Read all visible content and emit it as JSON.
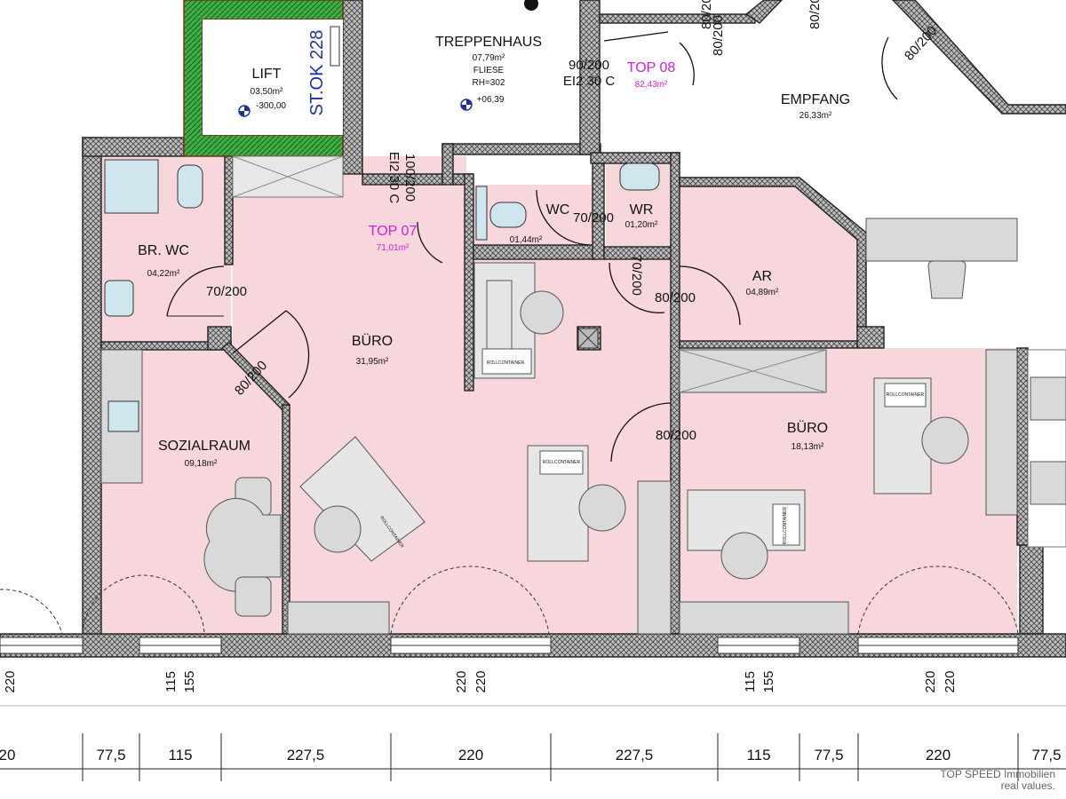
{
  "rooms": [
    {
      "name": "LIFT",
      "area": "03,50m²",
      "elevation": "-300,00"
    },
    {
      "name": "TREPPENHAUS",
      "area": "07,79m²",
      "floor": "FLIESE",
      "ceiling": "RH=302",
      "elevation": "+06,39"
    },
    {
      "name": "EMPFANG",
      "area": "26,33m²"
    },
    {
      "name": "BR. WC",
      "area": "04,22m²"
    },
    {
      "name": "WC",
      "area": "01,44m²"
    },
    {
      "name": "WR",
      "area": "01,20m²"
    },
    {
      "name": "AR",
      "area": "04,89m²"
    },
    {
      "name": "BÜRO",
      "area": "31,95m²"
    },
    {
      "name": "BÜRO",
      "area": "18,13m²"
    },
    {
      "name": "SOZIALRAUM",
      "area": "09,18m²"
    }
  ],
  "units": [
    {
      "name": "TOP 07",
      "area": "71,01m²"
    },
    {
      "name": "TOP 08",
      "area": "82,43m²"
    }
  ],
  "shaft_label": "ST.OK 228",
  "doors": [
    "90/200",
    "EI2 30 C",
    "100/200",
    "EI2 30 C",
    "80/200",
    "70/200",
    "70/200",
    "70/200",
    "80/200",
    "80/200",
    "80/200",
    "80/200",
    "80/200",
    "80/200"
  ],
  "furniture_label": "ROLLCONTAINER",
  "parapet_dims": [
    "220",
    "115",
    "155",
    "220",
    "220",
    "115",
    "155",
    "220",
    "220"
  ],
  "bottom_dims": [
    "20",
    "77,5",
    "115",
    "227,5",
    "220",
    "227,5",
    "115",
    "77,5",
    "220",
    "77,5"
  ],
  "credit": {
    "line1": "TOP SPEED Immobilien",
    "line2": "real values."
  },
  "colors": {
    "room_fill": "#f7d6dc",
    "wall_outline": "#222222",
    "lift_wall": "#2ea043",
    "unit_label": "#d81bd8",
    "shaft_label": "#1b2fb0"
  }
}
